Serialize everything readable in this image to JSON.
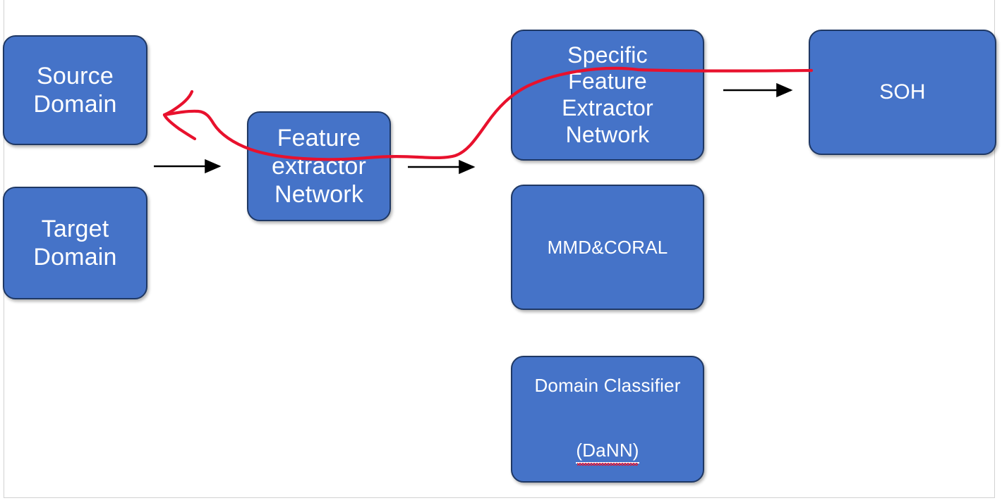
{
  "diagram": {
    "title": "Domain adaptation SOH estimation flow diagram",
    "colors": {
      "node_fill": "#4573C8",
      "node_border": "#1F3864",
      "node_text": "#FFFFFF",
      "arrow": "#000000",
      "annotation": "#E8112D",
      "background": "#FFFFFF",
      "page_rule": "#D2D2D2"
    },
    "nodes": [
      {
        "id": "source-domain",
        "label": "Source\nDomain"
      },
      {
        "id": "target-domain",
        "label": "Target\nDomain"
      },
      {
        "id": "feature-extractor",
        "label": "Feature\nextractor\nNetwork"
      },
      {
        "id": "specific-extractor",
        "label": "Specific\nFeature\nExtractor\nNetwork"
      },
      {
        "id": "mmd-coral",
        "label": "MMD&CORAL"
      },
      {
        "id": "domain-classifier",
        "label_line1": "Domain Classifier",
        "label_line2": "(DaNN)"
      },
      {
        "id": "soh",
        "label": "SOH"
      }
    ],
    "arrows": [
      {
        "id": "arrow-domains-to-feature-extractor",
        "style": "solid-black",
        "direction": "right"
      },
      {
        "id": "arrow-feature-extractor-to-specific",
        "style": "solid-black",
        "direction": "right"
      },
      {
        "id": "arrow-specific-to-soh",
        "style": "solid-black",
        "direction": "right"
      }
    ],
    "annotations": [
      {
        "id": "red-ink-stroke",
        "style": "freehand-red-pen",
        "description": "Hand drawn red arrow pointing left toward Source Domain, stroke continues right across the Feature extractor Network box, rises to the Specific Feature Extractor Network box and ends at the SOH box"
      },
      {
        "id": "spellcheck-squiggle-dann",
        "style": "red-wavy-underline",
        "target_text": "(DaNN)"
      }
    ]
  }
}
